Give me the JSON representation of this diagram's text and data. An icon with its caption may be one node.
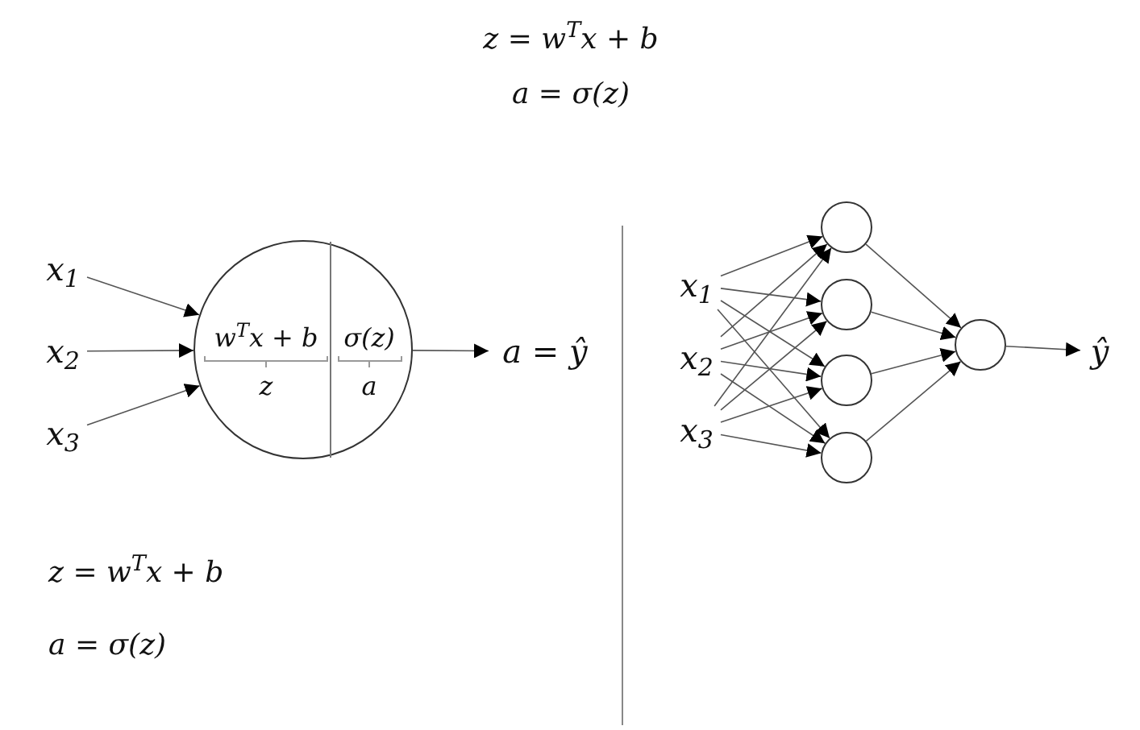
{
  "diagram": {
    "nodes": [
      {
        "text": [
          "x$_{1}$"
        ]
      },
      {
        "text": [
          "x$_{2}$"
        ]
      },
      {
        "text": [
          "x$_{3}$"
        ]
      },
      {
        "text": [
          "w$^{T}$x + b",
          "z",
          "σ(z)",
          "a"
        ]
      },
      {
        "text": [
          "a = ŷ"
        ]
      },
      {
        "text": [
          "x$_{1}$"
        ]
      },
      {
        "text": [
          "x$_{2}$"
        ]
      },
      {
        "text": [
          "x$_{3}$"
        ]
      },
      {
        "text": [],
        "shape": "circle"
      },
      {
        "text": [],
        "shape": "circle"
      },
      {
        "text": [],
        "shape": "circle"
      },
      {
        "text": [],
        "shape": "circle"
      },
      {
        "text": [],
        "shape": "circle"
      },
      {
        "text": [
          "ŷ"
        ]
      }
    ],
    "edges": [
      {
        "from": 0,
        "to": 3,
        "arrow": "to"
      },
      {
        "from": 1,
        "to": 3,
        "arrow": "to"
      },
      {
        "from": 2,
        "to": 3,
        "arrow": "to"
      },
      {
        "from": 3,
        "to": 4,
        "arrow": "to"
      },
      {
        "from": 5,
        "to": 8,
        "arrow": "to"
      },
      {
        "from": 5,
        "to": 9,
        "arrow": "to"
      },
      {
        "from": 5,
        "to": 10,
        "arrow": "to"
      },
      {
        "from": 5,
        "to": 11,
        "arrow": "to"
      },
      {
        "from": 6,
        "to": 8,
        "arrow": "to"
      },
      {
        "from": 6,
        "to": 9,
        "arrow": "to"
      },
      {
        "from": 6,
        "to": 10,
        "arrow": "to"
      },
      {
        "from": 6,
        "to": 11,
        "arrow": "to"
      },
      {
        "from": 7,
        "to": 8,
        "arrow": "to"
      },
      {
        "from": 7,
        "to": 9,
        "arrow": "to"
      },
      {
        "from": 7,
        "to": 10,
        "arrow": "to"
      },
      {
        "from": 7,
        "to": 11,
        "arrow": "to"
      },
      {
        "from": 8,
        "to": 12,
        "arrow": "to"
      },
      {
        "from": 9,
        "to": 12,
        "arrow": "to"
      },
      {
        "from": 10,
        "to": 12,
        "arrow": "to"
      },
      {
        "from": 11,
        "to": 12,
        "arrow": "to"
      },
      {
        "from": 12,
        "to": 13,
        "arrow": "to"
      }
    ],
    "labels": [
      "z = w$^{T}$x + b",
      "a = σ(z)",
      "z = w$^{T}$x + b",
      "a = σ(z)"
    ]
  }
}
